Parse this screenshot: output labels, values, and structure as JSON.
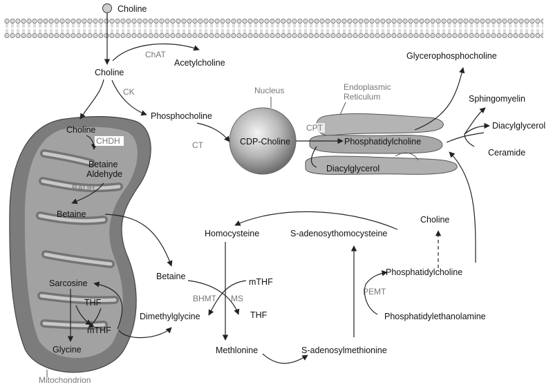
{
  "metabolites": {
    "choline_top": "Choline",
    "acetylcholine": "Acetylcholine",
    "choline_cyto": "Choline",
    "phosphocholine": "Phosphocholine",
    "cdp_choline": "CDP-Choline",
    "phosphatidylcholine_er": "Phosphatidylcholine",
    "diacylglycerol_er": "Diacylglycerol",
    "glycerophosphocholine": "Glycerophosphocholine",
    "sphingomyelin": "Sphingomyelin",
    "diacylglycerol_right": "Diacylglycerol",
    "ceramide": "Ceramide",
    "choline_mito": "Choline",
    "betaine_aldehyde_1": "Betaine",
    "betaine_aldehyde_2": "Aldehyde",
    "betaine_mito": "Betaine",
    "sarcosine": "Sarcosine",
    "thf": "THF",
    "mthf_mito": "mTHF",
    "glycine": "Glycine",
    "homocysteine": "Homocysteine",
    "s_adenosylhomocysteine": "S-adenosythomocysteine",
    "choline_right": "Choline",
    "betaine_cyto": "Betaine",
    "mthf_cyto": "mTHF",
    "thf_cyto": "THF",
    "dimethylglycine": "Dimethylglycine",
    "methionine": "Methlonine",
    "s_adenosylmethionine": "S-adenosylmethionine",
    "phosphatidylcholine_right": "Phosphatidylcholine",
    "phosphatidylethanolamine": "Phosphatidylethanolamine"
  },
  "enzymes": {
    "chat": "ChAT",
    "ck": "CK",
    "ct": "CT",
    "cpt": "CPT",
    "chdh": "CHDH",
    "badh": "BADH",
    "bhmt": "BHMT",
    "ms": "MS",
    "pemt": "PEMT"
  },
  "organelles": {
    "nucleus": "Nucleus",
    "er_line1": "Endoplasmic",
    "er_line2": "Reticulum",
    "mitochondrion": "Mitochondrion"
  },
  "colors": {
    "organelle_dark": "#7a7a7a",
    "organelle_light": "#c4c4c4",
    "enzyme_text": "#777777"
  }
}
